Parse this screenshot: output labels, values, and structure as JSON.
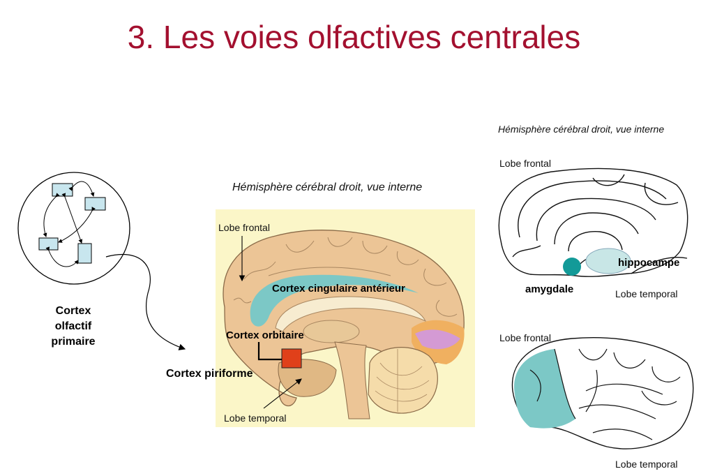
{
  "title": "3. Les voies olfactives centrales",
  "left_panel": {
    "label_line1": "Cortex",
    "label_line2": "olfactif",
    "label_line3": "primaire"
  },
  "center_panel": {
    "caption": "Hémisphère cérébral droit, vue interne",
    "lobe_frontal": "Lobe frontal",
    "cortex_cingulaire": "Cortex cingulaire antérieur",
    "cortex_orbitaire": "Cortex orbitaire",
    "cortex_piriforme": "Cortex piriforme",
    "lobe_temporal": "Lobe temporal"
  },
  "right_top_panel": {
    "caption": "Hémisphère cérébral droit, vue interne",
    "lobe_frontal": "Lobe frontal",
    "hippocampe": "hippocampe",
    "amygdale": "amygdale",
    "lobe_temporal": "Lobe temporal"
  },
  "right_bottom_panel": {
    "lobe_frontal": "Lobe frontal",
    "lobe_temporal": "Lobe temporal"
  },
  "colors": {
    "title": "#a3102f",
    "highlight_teal": "#7cc8c6",
    "amygdala_teal": "#139a98",
    "hippocampus_light": "#c8e6e6",
    "orbital_red": "#e0401a",
    "node_fill": "#c8e6ee",
    "brain_tan": "#ecc596",
    "panel_yellow": "#fbf6c8"
  }
}
